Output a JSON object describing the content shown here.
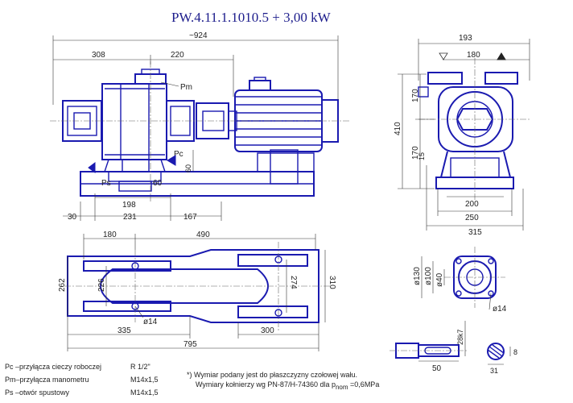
{
  "title": "PW.4.11.1.1010.5  +  3,00 kW",
  "dimensions": {
    "overall_length": "~924",
    "d308": "308",
    "d220": "220",
    "d198": "198",
    "d60h": "60",
    "d60v": "60",
    "d30": "30",
    "d231": "231",
    "d167": "167",
    "pm_label": "Pm",
    "pc_label": "Pc",
    "ps_label": "Ps",
    "d193": "193",
    "d180top": "180",
    "d170a": "170",
    "d170b": "170",
    "d410": "410",
    "d15": "15",
    "d200": "200",
    "d250": "250",
    "d315": "315",
    "d180plan": "180",
    "d490": "490",
    "d262": "262",
    "d226": "226",
    "d274": "274",
    "d310": "310",
    "d14plan": "ø14",
    "d335": "335",
    "d300": "300",
    "d795": "795",
    "d130": "ø130",
    "d100": "ø100",
    "d40": "ø40",
    "d14flange": "ø14",
    "d28k7": "28k7",
    "d50": "50",
    "d8": "8",
    "d31": "31"
  },
  "legend": [
    {
      "label": "Pc –przyłącza cieczy roboczej",
      "value": "R 1/2\""
    },
    {
      "label": "Pm–przyłącza manometru",
      "value": "M14x1,5"
    },
    {
      "label": "Ps –otwór spustowy",
      "value": "M14x1,5"
    }
  ],
  "notes": {
    "line1": "*) Wymiar podany jest do płaszczyzny czołowej wału.",
    "line2": "Wymiary kołnierzy wg PN-87/H-74360 dla p",
    "line2_sub": "nom",
    "line2_end": " =0,6MPa"
  },
  "colors": {
    "drawing": "#1a1ab0",
    "title": "#1d1d8c",
    "dimension": "#222222"
  }
}
